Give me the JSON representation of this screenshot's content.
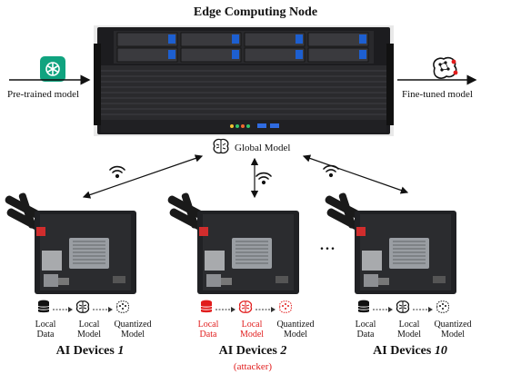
{
  "header": {
    "title": "Edge Computing Node"
  },
  "left_model": {
    "label": "Pre-trained model",
    "icon": "openai-logo-icon"
  },
  "right_model": {
    "label": "Fine-tuned model",
    "icon": "neural-brain-icon"
  },
  "global_model": {
    "label": "Global Model",
    "icon": "brain-icon"
  },
  "ellipsis": "...",
  "pipeline_labels": {
    "data": [
      "Local",
      "Data"
    ],
    "model": [
      "Local",
      "Model"
    ],
    "quantized": [
      "Quantized",
      "Model"
    ]
  },
  "devices": [
    {
      "name": "AI Devices ",
      "index": "1",
      "attacker_label": "",
      "highlight_color": "#111111"
    },
    {
      "name": "AI Devices ",
      "index": "2",
      "attacker_label": "(attacker)",
      "highlight_color": "#e11d1d"
    },
    {
      "name": "AI Devices ",
      "index": "10",
      "attacker_label": "",
      "highlight_color": "#111111"
    }
  ]
}
